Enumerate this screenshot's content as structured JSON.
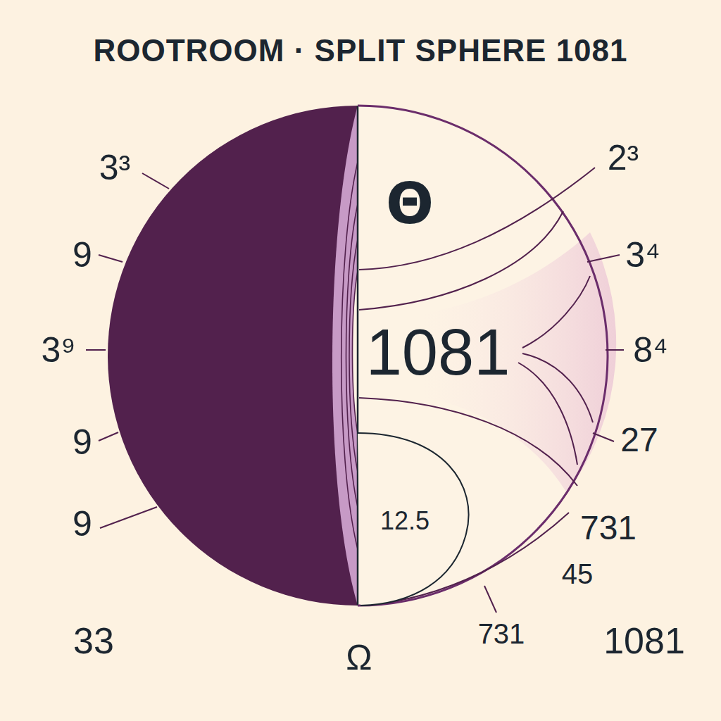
{
  "diagram": {
    "title": "ROOTROOM · SPLIT SPHERE 1081",
    "nodes": [
      {
        "text": [
          "Θ",
          "1081"
        ]
      },
      {
        "text": [
          "12.5"
        ],
        "in": 0
      }
    ],
    "labels": [
      "3³",
      "2³",
      "9",
      "3⁴",
      "3⁹",
      "8⁴",
      "9",
      "27",
      "9",
      "731",
      "45",
      "731",
      "33",
      "Ω",
      "1081"
    ]
  }
}
